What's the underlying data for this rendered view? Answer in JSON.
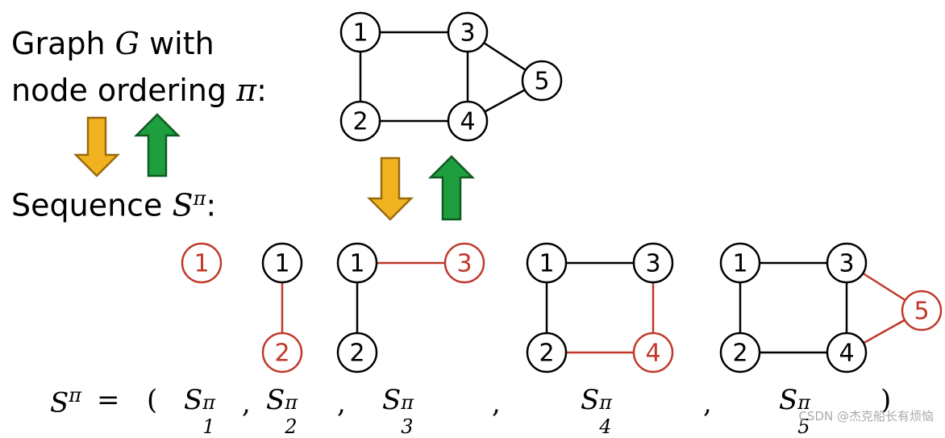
{
  "labels": {
    "graph_line1_pre": "Graph ",
    "graph_var": "G",
    "graph_line1_post": " with",
    "graph_line2_pre": "node ordering ",
    "graph_line2_var": "π",
    "graph_line2_post": ":",
    "sequence_pre": "Sequence ",
    "sequence_var": "S",
    "sequence_sup": "π",
    "sequence_post": ":"
  },
  "equation": {
    "lhs_var": "S",
    "lhs_sup": "π",
    "equals": "=",
    "open_paren": "(",
    "close_paren": ")",
    "comma": ",",
    "terms": [
      {
        "var": "S",
        "sup": "π",
        "sub": "1"
      },
      {
        "var": "S",
        "sup": "π",
        "sub": "2"
      },
      {
        "var": "S",
        "sup": "π",
        "sub": "3"
      },
      {
        "var": "S",
        "sup": "π",
        "sub": "4"
      },
      {
        "var": "S",
        "sup": "π",
        "sub": "5"
      }
    ]
  },
  "colors": {
    "black": "#000000",
    "red": "#c0392b",
    "orange_arrow": "#f0b31f",
    "orange_arrow_edge": "#9a6a10",
    "green_arrow": "#1e9e3e",
    "green_arrow_edge": "#0f5a22"
  },
  "main_graph": {
    "nodes": [
      "1",
      "2",
      "3",
      "4",
      "5"
    ],
    "edges": [
      [
        "1",
        "3"
      ],
      [
        "1",
        "2"
      ],
      [
        "3",
        "4"
      ],
      [
        "2",
        "4"
      ],
      [
        "3",
        "5"
      ],
      [
        "4",
        "5"
      ]
    ]
  },
  "sequence_steps": [
    {
      "nodes": [
        {
          "id": "1",
          "new": true
        }
      ],
      "edges": []
    },
    {
      "nodes": [
        {
          "id": "1",
          "new": false
        },
        {
          "id": "2",
          "new": true
        }
      ],
      "edges": [
        {
          "from": "1",
          "to": "2",
          "new": true
        }
      ]
    },
    {
      "nodes": [
        {
          "id": "1",
          "new": false
        },
        {
          "id": "2",
          "new": false
        },
        {
          "id": "3",
          "new": true
        }
      ],
      "edges": [
        {
          "from": "1",
          "to": "2",
          "new": false
        },
        {
          "from": "1",
          "to": "3",
          "new": true
        }
      ]
    },
    {
      "nodes": [
        {
          "id": "1",
          "new": false
        },
        {
          "id": "2",
          "new": false
        },
        {
          "id": "3",
          "new": false
        },
        {
          "id": "4",
          "new": true
        }
      ],
      "edges": [
        {
          "from": "1",
          "to": "2",
          "new": false
        },
        {
          "from": "1",
          "to": "3",
          "new": false
        },
        {
          "from": "3",
          "to": "4",
          "new": true
        },
        {
          "from": "2",
          "to": "4",
          "new": true
        }
      ]
    },
    {
      "nodes": [
        {
          "id": "1",
          "new": false
        },
        {
          "id": "2",
          "new": false
        },
        {
          "id": "3",
          "new": false
        },
        {
          "id": "4",
          "new": false
        },
        {
          "id": "5",
          "new": true
        }
      ],
      "edges": [
        {
          "from": "1",
          "to": "2",
          "new": false
        },
        {
          "from": "1",
          "to": "3",
          "new": false
        },
        {
          "from": "3",
          "to": "4",
          "new": false
        },
        {
          "from": "2",
          "to": "4",
          "new": false
        },
        {
          "from": "3",
          "to": "5",
          "new": true
        },
        {
          "from": "4",
          "to": "5",
          "new": true
        }
      ]
    }
  ],
  "watermark": "CSDN @杰克船长有烦恼"
}
